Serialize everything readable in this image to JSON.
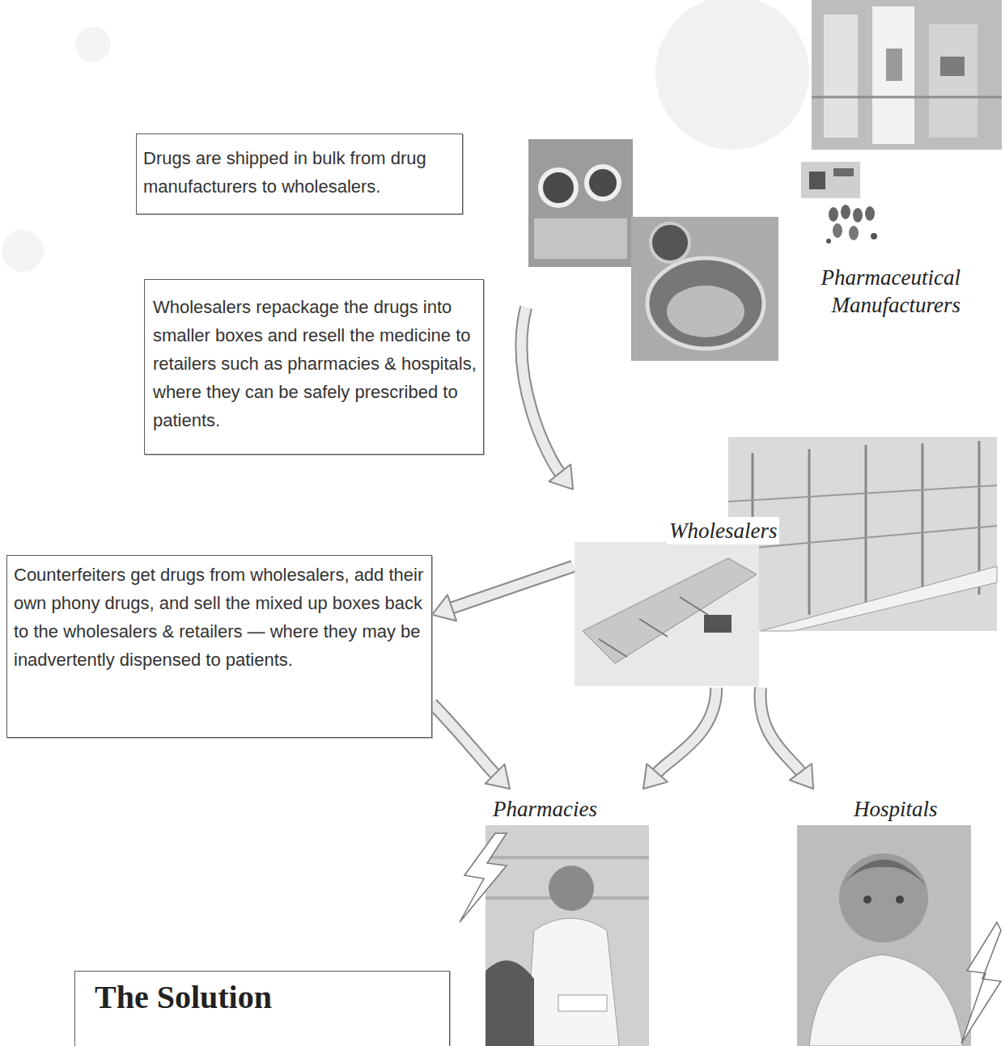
{
  "diagram": {
    "nodes": [
      {
        "text": [
          "Drugs are shipped in bulk from drug manufacturers to wholesalers."
        ]
      },
      {
        "text": [
          "Pharmaceutical Manufacturers"
        ]
      },
      {
        "text": [
          "Wholesalers repackage the drugs into smaller boxes and resell the medicine to retailers such as pharmacies & hospitals, where they can be safely prescribed to patients."
        ]
      },
      {
        "text": [
          "Wholesalers"
        ]
      },
      {
        "text": [
          "Counterfeiters get drugs from wholesalers, add their own phony drugs, and sell the mixed up boxes back to the wholesalers & retailers — where they may be inadvertently dispensed to patients."
        ]
      },
      {
        "text": [
          "Pharmacies"
        ]
      },
      {
        "text": [
          "Hospitals"
        ]
      },
      {
        "text": [
          "The Solution"
        ]
      }
    ],
    "edges": [
      {
        "from": 1,
        "to": 3,
        "arrow": "to"
      },
      {
        "from": 3,
        "to": 4,
        "arrow": "to"
      },
      {
        "from": 4,
        "to": 5,
        "arrow": "to"
      },
      {
        "from": 3,
        "to": 5,
        "arrow": "to"
      },
      {
        "from": 3,
        "to": 6,
        "arrow": "to"
      }
    ]
  }
}
